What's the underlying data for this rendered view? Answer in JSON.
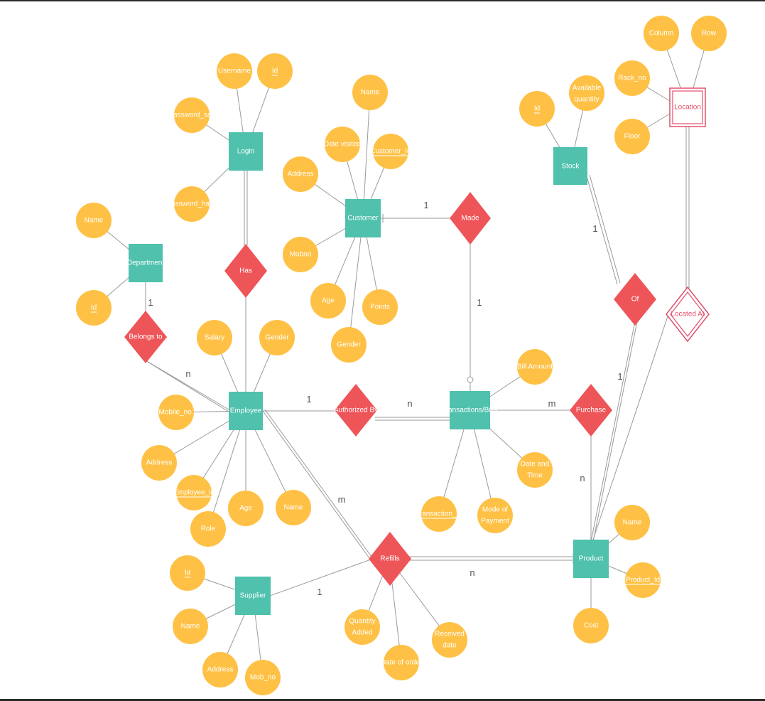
{
  "colors": {
    "entity": "#4fc1ad",
    "relationship": "#ee5559",
    "attribute": "#fec145",
    "weak": "#e0506b",
    "line": "#9a9a9a",
    "text": "#ffffff"
  },
  "entities": {
    "login": "Login",
    "customer": "Customer",
    "department": "Department",
    "stock": "Stock",
    "location": "Location",
    "employee": "Employee",
    "transactions": "Transactions/Bills",
    "product": "Product",
    "supplier": "Supplier"
  },
  "relationships": {
    "made": "Made",
    "has": "Has",
    "belongs_to": "Belongs to",
    "of": "Of",
    "located_at": "Located At",
    "authorized_by": "Authorized By",
    "purchase": "Purchase",
    "refills": "Refills"
  },
  "attributes": {
    "username": "Username",
    "login_id": "Id",
    "password_salt": "Password_salt",
    "password_hash": "Password_hash",
    "cust_name": "Name",
    "date_visited": "Date visited",
    "customer_id": "Customer_Id",
    "cust_address": "Address",
    "mobno": "Mobno",
    "cust_age": "Age",
    "points": "Points",
    "cust_gender": "Gender",
    "dept_name": "Name",
    "dept_id": "Id",
    "stock_id": "Id",
    "avail_qty_1": "Available",
    "avail_qty_2": "quantity",
    "column": "Column",
    "row": "Row",
    "rack_no": "Rack_no",
    "floor": "Floor",
    "salary": "Salary",
    "emp_gender": "Gender",
    "mobile_no": "Mobile_no.",
    "emp_address": "Address",
    "employee_id": "Employee_id",
    "emp_age": "Age",
    "emp_name": "Name",
    "role": "Role",
    "bill_amount": "Bill Amount",
    "datetime_1": "Date and",
    "datetime_2": "Time",
    "transaction_id": "Transaction_Id",
    "mode_1": "Mode of",
    "mode_2": "Payment",
    "prod_name": "Name",
    "product_id": "Product_Id",
    "cost": "Cost",
    "sup_id": "Id",
    "sup_name": "Name",
    "sup_address": "Address",
    "mob_no": "Mob_no",
    "qty_added_1": "Quantity",
    "qty_added_2": "Added",
    "date_of_order": "Date of order",
    "received_1": "Received",
    "received_2": "date"
  },
  "cardinalities": {
    "cust_made": "1",
    "made_trans": "1",
    "stock_of": "1",
    "of_product": "1",
    "dept_belongs": "1",
    "belongs_emp": "n",
    "emp_auth": "1",
    "auth_trans": "n",
    "trans_purchase": "m",
    "purchase_product": "n",
    "emp_refills": "m",
    "supplier_refills": "1",
    "refills_product": "n"
  }
}
